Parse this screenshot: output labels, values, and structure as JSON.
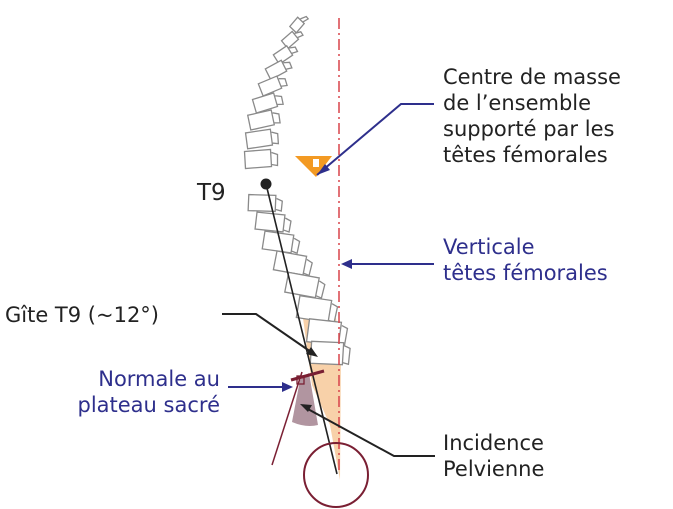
{
  "labels": {
    "center_of_mass": [
      "Centre de masse",
      "de l’ensemble",
      "supporté par les",
      "têtes fémorales"
    ],
    "vertical": [
      "Verticale",
      "têtes fémorales"
    ],
    "t9": "T9",
    "t9_tilt": "Gîte T9 (~12°)",
    "sacral_normal": [
      "Normale au",
      "plateau sacré"
    ],
    "pelvic_incidence": [
      "Incidence",
      "Pelvienne"
    ]
  },
  "colors": {
    "text_dark": "#222222",
    "text_blue": "#2e2f8c",
    "vertical_line": "#d8434a",
    "center_of_mass_marker": "#f39a23",
    "pelvic_wedge": "#f7c99a",
    "incidence_wedge": "#a88a96",
    "femoral_circle": "#7a1f33",
    "vertebra_outline": "#8a8a8a"
  }
}
